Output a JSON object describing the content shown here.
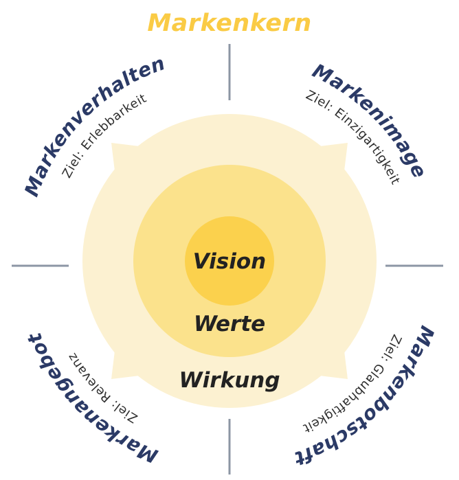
{
  "title": "Markenkern",
  "colors": {
    "title_yellow": "#FACB45",
    "inner_circle": "#FBD14D",
    "middle_ring": "#FBE28C",
    "outer_ring": "#FCF1D1",
    "navy_label": "#2B3A66",
    "goal_text": "#2E2E2E",
    "center_text": "#222222",
    "tick_line": "#8C96A4"
  },
  "center": {
    "inner": "Vision",
    "middle": "Werte",
    "outer": "Wirkung"
  },
  "quadrants": {
    "top_left": {
      "label": "Markenverhalten",
      "goal": "Ziel: Erlebbarkeit"
    },
    "top_right": {
      "label": "Markenimage",
      "goal": "Ziel: Einzigartigkeit"
    },
    "bottom_right": {
      "label": "Markenbotschaft",
      "goal": "Ziel: Glaubhaftigkeit"
    },
    "bottom_left": {
      "label": "Markenangebot",
      "goal": "Ziel: Relevanz"
    }
  }
}
